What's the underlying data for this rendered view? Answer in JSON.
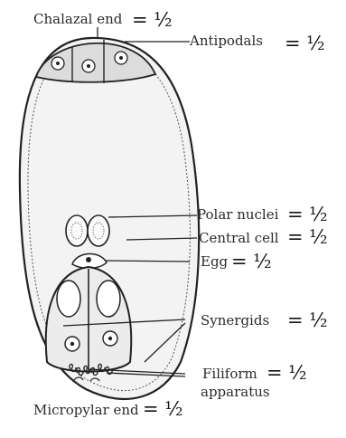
{
  "diagram": {
    "labels": {
      "chalazal_end": "Chalazal end",
      "antipodals": "Antipodals",
      "polar_nuclei": "Polar nuclei",
      "central_cell": "Central cell",
      "egg": "Egg",
      "synergids": "Synergids",
      "filiform": "Filiform",
      "apparatus": "apparatus",
      "micropylar_end": "Micropylar end"
    },
    "marks": {
      "chalazal_end": "= ½",
      "antipodals": "= ½",
      "polar_nuclei": "= ½",
      "central_cell": "= ½",
      "egg": "= ½",
      "synergids": "= ½",
      "filiform": "= ½",
      "micropylar_end": "= ½"
    }
  }
}
